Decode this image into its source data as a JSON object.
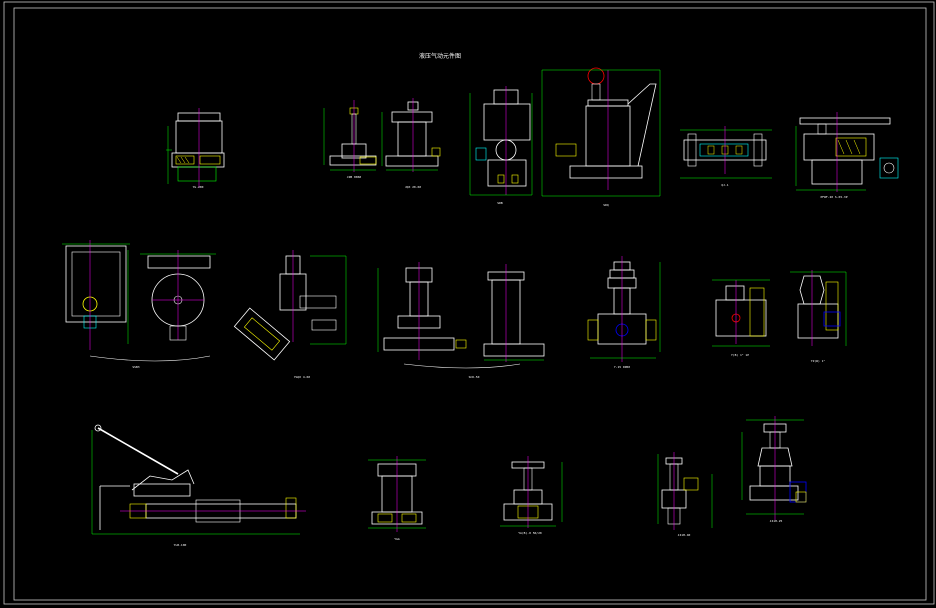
{
  "drawing": {
    "title": "液压气动元件图",
    "colors": {
      "background": "#000000",
      "frame": "#c8c8c8",
      "outline": "#ffffff",
      "dimension": "#00ff00",
      "annotation": "#00ffff",
      "centerline": "#ff00ff",
      "hatch": "#ffff00",
      "detail": "#0000ff",
      "accent": "#ff0000"
    },
    "captions": [
      "YG-200",
      "JZB 0060",
      "JQX 20-60",
      "SDB",
      "SDQ",
      "QJ-1",
      "PFWF-20 S-65-3P",
      "SSB3",
      "YGQX 4-60",
      "SCD-50",
      "Y-15 DN50",
      "Y(B) 1\" 1P",
      "YZ(W) 1\"",
      "YLB-100",
      "YGG",
      "YA(B)-0 50/20",
      "J41H-40",
      "J41H-25"
    ]
  }
}
